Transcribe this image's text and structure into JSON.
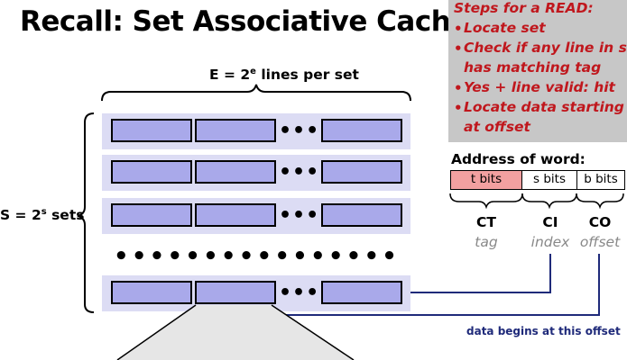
{
  "title": "Recall: Set Associative Cache",
  "steps": {
    "heading": "Steps for a READ:",
    "items": [
      {
        "lines": [
          "Locate set"
        ]
      },
      {
        "lines": [
          "Check if any line in set",
          "has matching tag"
        ]
      },
      {
        "lines": [
          "Yes + line valid: hit"
        ]
      },
      {
        "lines": [
          "Locate data starting",
          "at offset"
        ]
      }
    ]
  },
  "lines_label": {
    "prefix": "E = 2",
    "exp": "e",
    "suffix": " lines per set"
  },
  "sets_label": {
    "prefix": "S = 2",
    "exp": "s",
    "suffix": " sets"
  },
  "dots": "••••",
  "sets_dots": "••••••••••••••••",
  "address": {
    "title": "Address of word:",
    "fields": [
      {
        "bits": "t bits",
        "abbr": "CT",
        "name": "tag"
      },
      {
        "bits": "s bits",
        "abbr": "CI",
        "name": "index"
      },
      {
        "bits": "b bits",
        "abbr": "CO",
        "name": "offset"
      }
    ]
  },
  "offset_caption": "data begins at this offset",
  "colors": {
    "accent_red": "#c0171d",
    "steps_bg": "#c7c7c7",
    "set_bg": "#dcdcf4",
    "line_fill": "#a9a9ea",
    "tag_fill": "#f2a0a0",
    "connector": "#1f2a7a",
    "label_gray": "#888888"
  }
}
